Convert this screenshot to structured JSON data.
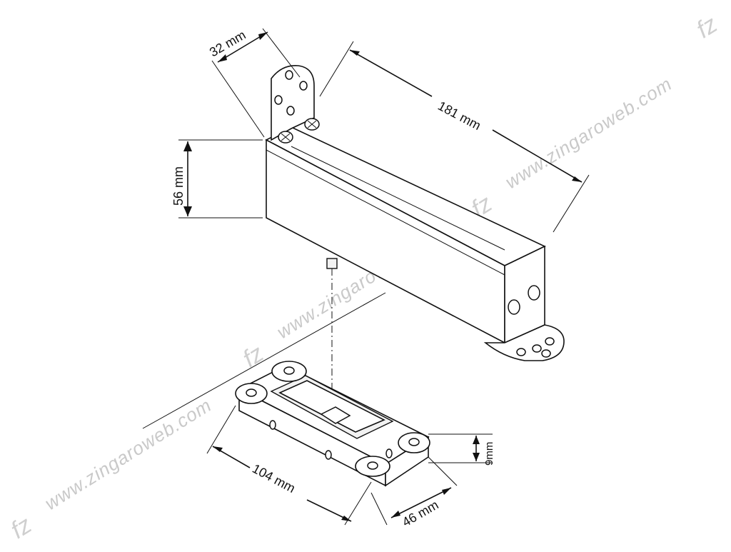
{
  "dimensions": {
    "width_top": "32 mm",
    "length": "181 mm",
    "height": "56 mm",
    "plate_length": "104 mm",
    "plate_width": "46 mm",
    "plate_height": "9mm"
  },
  "watermark": {
    "text": "www.zingaroweb.com",
    "logo": "fz"
  }
}
